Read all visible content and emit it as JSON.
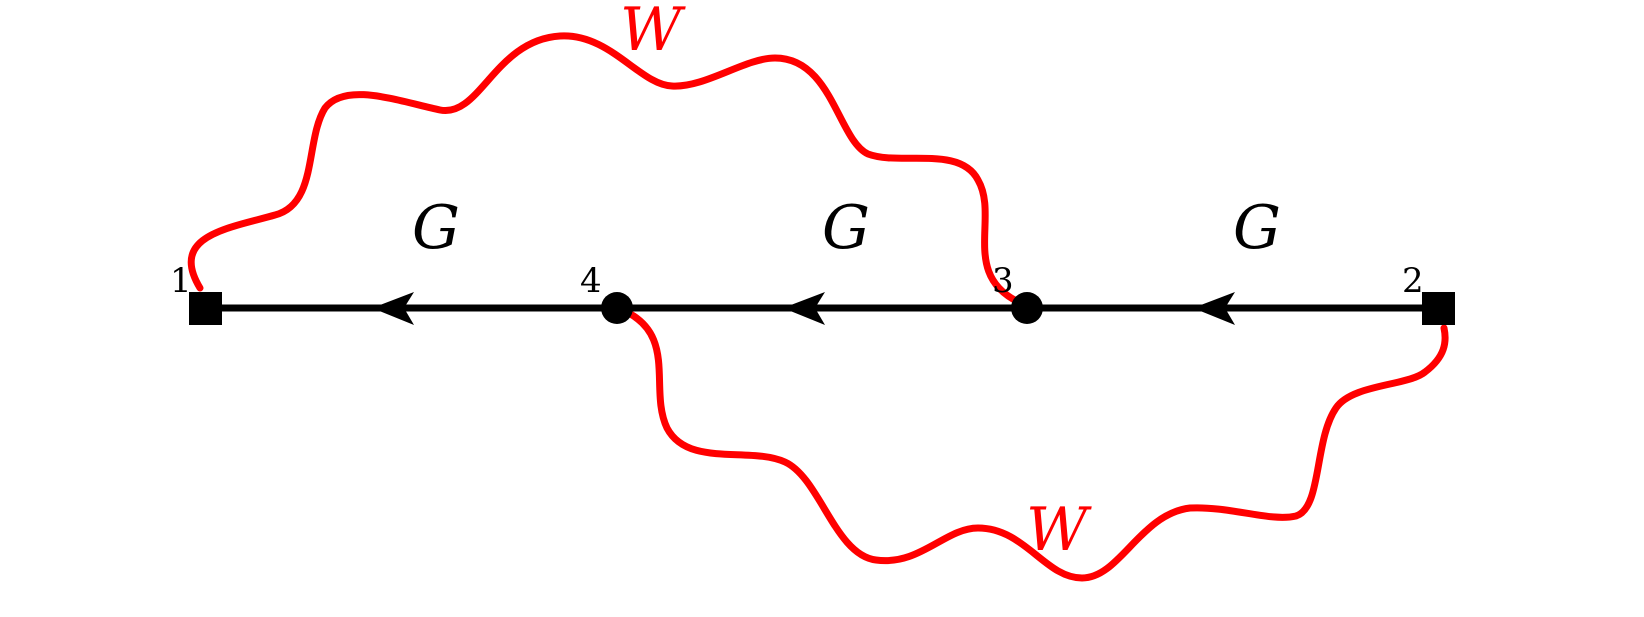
{
  "diagram": {
    "vertices": [
      {
        "id": "1",
        "label": "1",
        "shape": "square"
      },
      {
        "id": "4",
        "label": "4",
        "shape": "circle"
      },
      {
        "id": "3",
        "label": "3",
        "shape": "circle"
      },
      {
        "id": "2",
        "label": "2",
        "shape": "square"
      }
    ],
    "propagators": [
      {
        "label": "G",
        "from": "2",
        "to": "3"
      },
      {
        "label": "G",
        "from": "3",
        "to": "4"
      },
      {
        "label": "G",
        "from": "4",
        "to": "1"
      }
    ],
    "interactions": [
      {
        "label": "W",
        "from": "1",
        "to": "3",
        "side": "upper"
      },
      {
        "label": "W",
        "from": "4",
        "to": "2",
        "side": "lower"
      }
    ],
    "colors": {
      "propagator": "#000000",
      "interaction": "#ff0000"
    }
  }
}
